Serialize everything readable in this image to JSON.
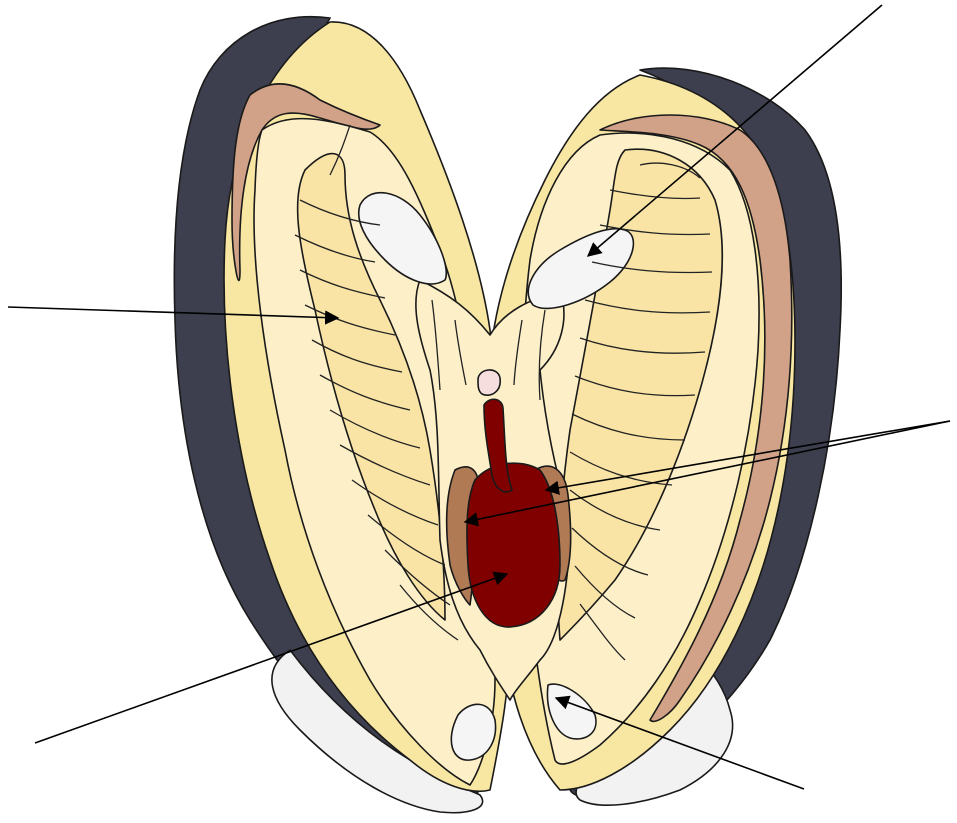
{
  "diagram": {
    "subject": "",
    "colors": {
      "shell_outer": "#3d3f4f",
      "shell_light": "#f2f2f2",
      "mantle_edge": "#f8e7a3",
      "mantle_inner": "#fdf0c8",
      "gill": "#f9e4a6",
      "mantle_band": "#d1a287",
      "muscle_scar": "#f5f5f5",
      "foot": "#800000",
      "gonad_side": "#b07a55",
      "mouth": "#f7dede"
    },
    "pointers": [
      {
        "id": "pointer-top-right"
      },
      {
        "id": "pointer-left"
      },
      {
        "id": "pointer-right-upper"
      },
      {
        "id": "pointer-right-lower"
      },
      {
        "id": "pointer-bottom-left"
      },
      {
        "id": "pointer-bottom-right"
      }
    ]
  }
}
